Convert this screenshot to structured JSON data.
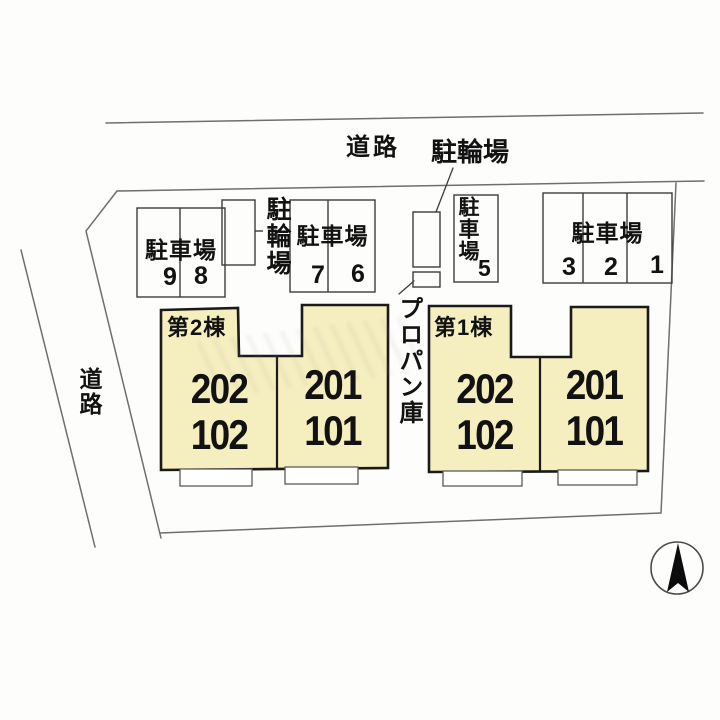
{
  "plan_title": "site-layout-plan",
  "labels": {
    "road_top": "道路",
    "road_left": "道路",
    "bike_parking_top": "駐輪場",
    "bike_parking_left": "駐輪場",
    "propane": "プロパン庫"
  },
  "parking_lots": [
    {
      "id": "lot-9-8",
      "label": "駐車場",
      "stalls": [
        "9",
        "8"
      ]
    },
    {
      "id": "lot-7-6",
      "label": "駐車場",
      "stalls": [
        "7",
        "6"
      ]
    },
    {
      "id": "lot-5",
      "label": "駐車場",
      "stalls": [
        "5"
      ]
    },
    {
      "id": "lot-3-2-1",
      "label": "駐車場",
      "stalls": [
        "3",
        "2",
        "1"
      ]
    }
  ],
  "buildings": [
    {
      "name": "第2棟",
      "units": [
        {
          "upper": "202",
          "lower": "102"
        },
        {
          "upper": "201",
          "lower": "101"
        }
      ]
    },
    {
      "name": "第1棟",
      "units": [
        {
          "upper": "202",
          "lower": "102"
        },
        {
          "upper": "201",
          "lower": "101"
        }
      ]
    }
  ],
  "compass": {
    "type": "north-arrow"
  },
  "colors": {
    "building_fill": "#f5eebe",
    "building_outline": "#1a1a1a",
    "boundary_line": "#6f6f6f",
    "parking_line": "#3c3c3c"
  }
}
